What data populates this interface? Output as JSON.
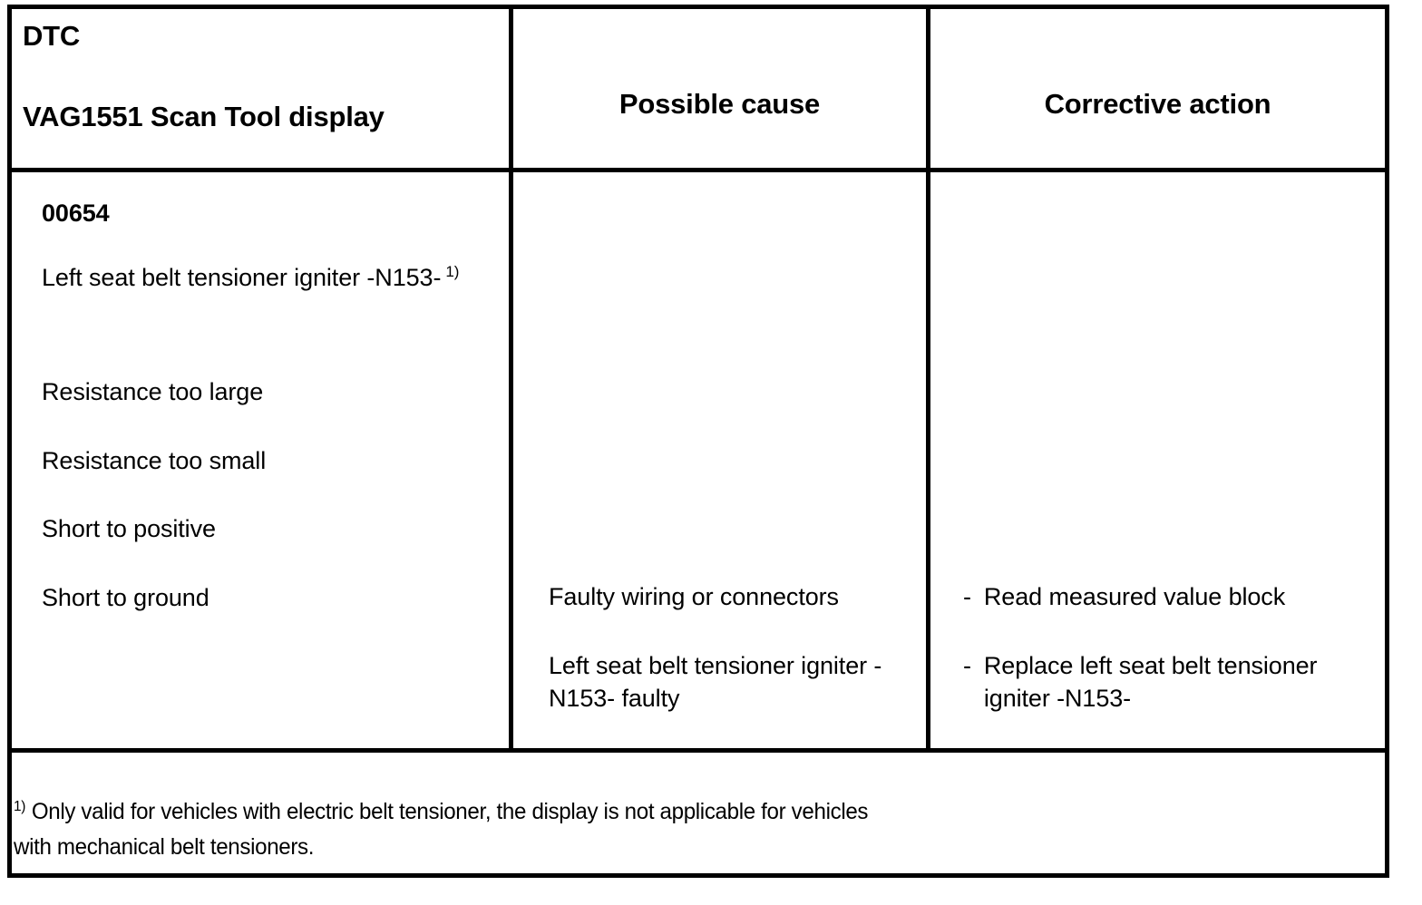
{
  "table": {
    "headers": {
      "col1_line1": "DTC",
      "col1_line2": "VAG1551 Scan Tool display",
      "col2": "Possible cause",
      "col3": "Corrective action"
    },
    "row": {
      "dtc_code": "00654",
      "component_name": "Left seat belt tensioner igniter -N153-",
      "component_footnote_marker": "1)",
      "symptoms": [
        "Resistance too large",
        "Resistance too small",
        "Short to positive",
        "Short to ground"
      ],
      "possible_causes": [
        "Faulty wiring or connectors",
        "Left seat belt tensioner igniter -N153- faulty"
      ],
      "corrective_actions": [
        {
          "bullet": "-",
          "text": "Read measured value block"
        },
        {
          "bullet": "-",
          "text": "Replace left seat belt tensioner igniter -N153-"
        }
      ]
    },
    "footnote": {
      "marker": "1)",
      "text": "Only valid for vehicles with electric belt tensioner, the display is not applicable for vehicles\nwith mechanical belt tensioners."
    }
  },
  "colors": {
    "border": "#000000",
    "text": "#000000",
    "background": "#ffffff"
  }
}
